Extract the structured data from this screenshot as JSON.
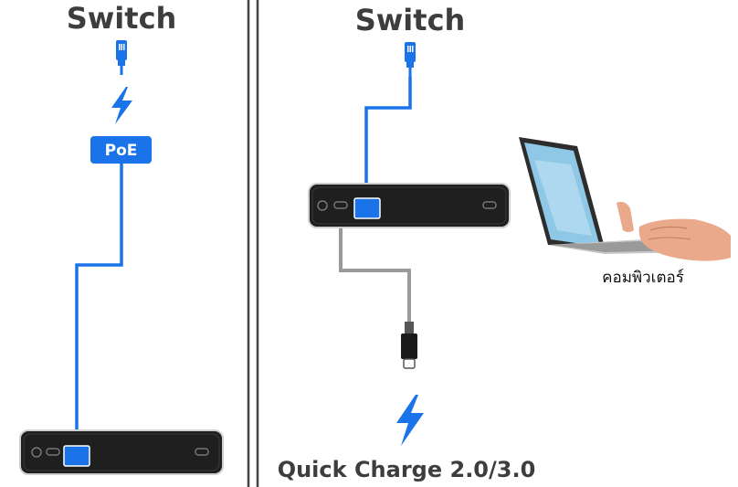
{
  "left_panel": {
    "title": "Switch",
    "poe_badge": "PoE"
  },
  "right_panel": {
    "title": "Switch",
    "computer_label": "คอมพิวเตอร์",
    "charge_label": "Quick Charge 2.0/3.0"
  },
  "colors": {
    "accent_blue": "#1a73e8",
    "cable_gray": "#9a9a9a",
    "device_body": "#1f1f1f",
    "title_gray": "#3d3d3d",
    "divider": "#444444"
  },
  "icons": [
    "ethernet-plug-icon",
    "lightning-bolt-icon",
    "usb-c-plug-icon",
    "laptop-icon",
    "hand-icon"
  ]
}
